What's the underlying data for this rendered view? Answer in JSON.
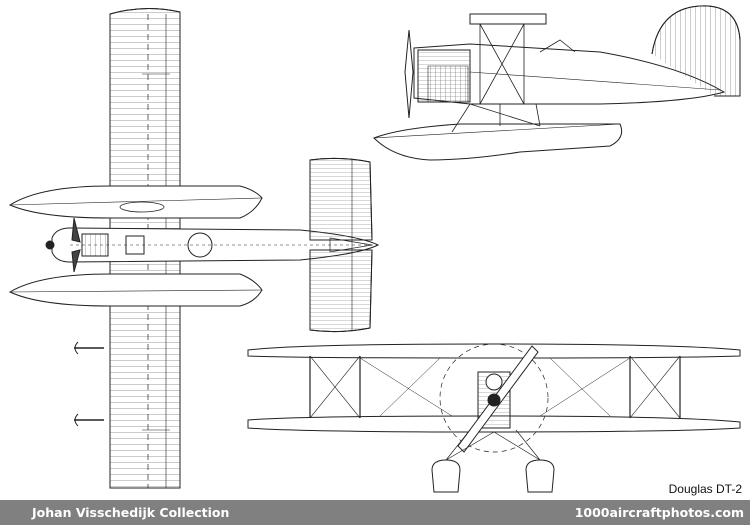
{
  "caption": "Douglas DT-2",
  "footer": {
    "credit": "Johan Visschedijk Collection",
    "site": "1000aircraftphotos.com"
  },
  "colors": {
    "ink": "#222222",
    "footer_bg": "#808080",
    "footer_text": "#ffffff"
  }
}
